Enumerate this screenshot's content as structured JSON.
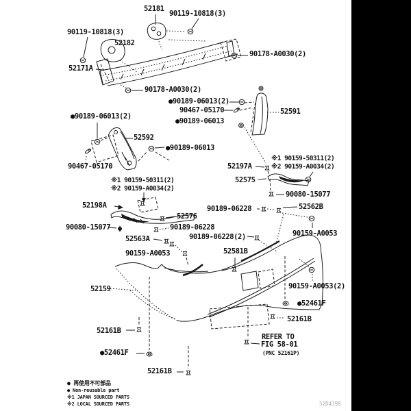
{
  "diagram": {
    "colors": {
      "line": "#1a1a1a",
      "background": "#ffffff",
      "letterbox": "#000000",
      "footer_code_color": "#a9a9a9"
    },
    "labels": [
      {
        "name": "part-label-52181",
        "text": "52181"
      },
      {
        "name": "part-label-90119-10818-a",
        "text": "90119-10818(3)"
      },
      {
        "name": "part-label-90119-10818-b",
        "text": "90119-10818(3)"
      },
      {
        "name": "part-label-52182",
        "text": "52182"
      },
      {
        "name": "part-label-52171A",
        "text": "52171A"
      },
      {
        "name": "part-label-90178-A0030-a",
        "text": "90178-A0030(2)"
      },
      {
        "name": "part-label-90178-A0030-b",
        "text": "90178-A0030(2)"
      },
      {
        "name": "part-label-90189-06013x2-a",
        "text": "●90189-06013(2)"
      },
      {
        "name": "part-label-90467-05170-a",
        "text": "90467-05170"
      },
      {
        "name": "part-label-90189-06013-a",
        "text": "●90189-06013"
      },
      {
        "name": "part-label-52591",
        "text": "52591"
      },
      {
        "name": "part-label-90189-06013x2-b",
        "text": "●90189-06013(2)"
      },
      {
        "name": "part-label-52592",
        "text": "52592"
      },
      {
        "name": "part-label-90189-06013-b",
        "text": "●90189-06013"
      },
      {
        "name": "part-label-90467-05170-b",
        "text": "90467-05170"
      },
      {
        "name": "part-label-52197A",
        "text": "52197A"
      },
      {
        "name": "part-label-90159-50311-a",
        "text": "※1 90159-50311(2)"
      },
      {
        "name": "part-label-90159-A0034-a",
        "text": "※2 90159-A0034(2)"
      },
      {
        "name": "part-label-52575",
        "text": "52575"
      },
      {
        "name": "part-label-90080-15077-a",
        "text": "90080-15077"
      },
      {
        "name": "part-label-90159-50311-b",
        "text": "※1 90159-50311(2)"
      },
      {
        "name": "part-label-90159-A0034-b",
        "text": "※2 90159-A0034(2)"
      },
      {
        "name": "part-label-52198A",
        "text": "52198A"
      },
      {
        "name": "part-label-90189-06228-a",
        "text": "90189-06228"
      },
      {
        "name": "part-label-52562B",
        "text": "52562B"
      },
      {
        "name": "part-label-90080-15077-b",
        "text": "90080-15077"
      },
      {
        "name": "part-label-52576",
        "text": "52576"
      },
      {
        "name": "part-label-90189-06228-b",
        "text": "90189-06228"
      },
      {
        "name": "part-label-52563A",
        "text": "52563A"
      },
      {
        "name": "part-label-90189-06228x2",
        "text": "90189-06228(2)"
      },
      {
        "name": "part-label-90159-A0053-a",
        "text": "90159-A0053"
      },
      {
        "name": "part-label-90159-A0053-b",
        "text": "90159-A0053"
      },
      {
        "name": "part-label-52581B",
        "text": "52581B"
      },
      {
        "name": "part-label-52159",
        "text": "52159"
      },
      {
        "name": "part-label-90159-A0053x2",
        "text": "90159-A0053(2)"
      },
      {
        "name": "part-label-52461F-a",
        "text": "●52461F"
      },
      {
        "name": "part-label-52161B-a",
        "text": "52161B"
      },
      {
        "name": "part-label-52161B-b",
        "text": "52161B"
      },
      {
        "name": "part-label-52461F-b",
        "text": "●52461F"
      },
      {
        "name": "part-label-52161B-c",
        "text": "52161B"
      }
    ],
    "refer_note": {
      "line1": "REFER TO",
      "line2": "FIG 58-01",
      "line3": "(PNC 52161P)"
    },
    "legend": {
      "jp": "● 再使用不可部品",
      "en": "● Non-reusable part",
      "note1": "※1 JAPAN SOURCED PARTS",
      "note2": "※2 LOCAL SOURCED PARTS"
    },
    "footer_code": "52D439B"
  }
}
